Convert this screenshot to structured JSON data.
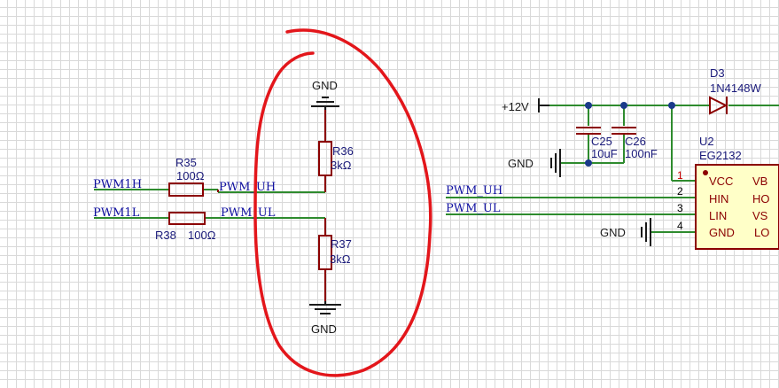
{
  "colors": {
    "wire": "#2e8b2e",
    "component": "#8b0000",
    "net_label": "#1010a0",
    "annotation": "#e3161b",
    "junction": "#1a3a8a"
  },
  "left_circuit": {
    "net_pwm1h": "PWM1H",
    "net_pwm1l": "PWM1L",
    "net_pwm_uh": "PWM_UH",
    "net_pwm_ul": "PWM_UL",
    "r35": {
      "ref": "R35",
      "value": "100Ω"
    },
    "r38": {
      "ref": "R38",
      "value": "100Ω"
    },
    "r36": {
      "ref": "R36",
      "value": "3kΩ"
    },
    "r37": {
      "ref": "R37",
      "value": "3kΩ"
    },
    "gnd_top": "GND",
    "gnd_bottom": "GND"
  },
  "right_circuit": {
    "power": "+12V",
    "gnd_caps": "GND",
    "gnd_ic": "GND",
    "net_pwm_uh": "PWM_UH",
    "net_pwm_ul": "PWM_UL",
    "c25": {
      "ref": "C25",
      "value": "10uF"
    },
    "c26": {
      "ref": "C26",
      "value": "100nF"
    },
    "d3": {
      "ref": "D3",
      "value": "1N4148W"
    },
    "u2": {
      "ref": "U2",
      "part": "EG2132",
      "pins_left": [
        {
          "num": "1",
          "name": "VCC"
        },
        {
          "num": "2",
          "name": "HIN"
        },
        {
          "num": "3",
          "name": "LIN"
        },
        {
          "num": "4",
          "name": "GND"
        }
      ],
      "pins_right": [
        "VB",
        "HO",
        "VS",
        "LO"
      ]
    }
  }
}
